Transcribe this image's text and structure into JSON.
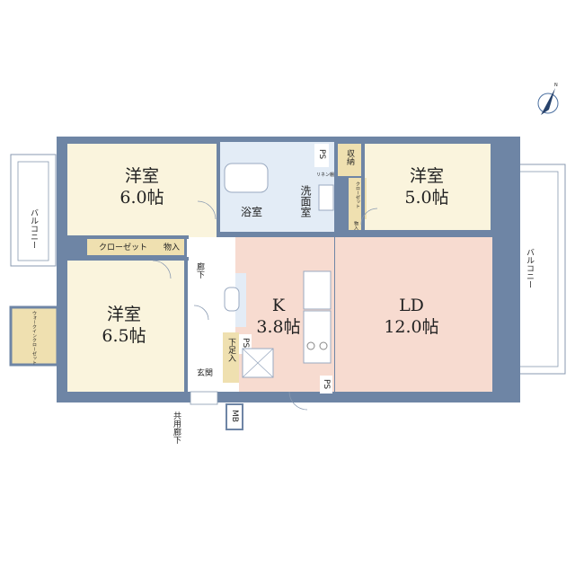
{
  "compass": {
    "label": "N"
  },
  "rooms": {
    "western1": {
      "name": "洋室",
      "size": "6.0帖"
    },
    "western2": {
      "name": "洋室",
      "size": "5.0帖"
    },
    "western3": {
      "name": "洋室",
      "size": "6.5帖"
    },
    "kitchen": {
      "name": "K",
      "size": "3.8帖"
    },
    "ld": {
      "name": "LD",
      "size": "12.0帖"
    }
  },
  "labels": {
    "bath": "浴室",
    "washroom": "洗面室",
    "storage": "収納",
    "closet_right": "クローゼット",
    "closet_top": "クローゼット",
    "monoire_top": "物入",
    "monoire_right": "物入",
    "walkin": "ウォークインクローゼット",
    "corridor": "廊下",
    "entrance": "玄関",
    "shoe_storage": "下足入",
    "ps1": "PS",
    "ps2": "PS",
    "ps3": "PS",
    "mb": "MB",
    "linen": "リネン棚",
    "common_corridor": "共用廊下",
    "balcony_left": "バルコニー",
    "balcony_right": "バルコニー"
  },
  "colors": {
    "wall": "#6e85a5",
    "western": "#faf4dd",
    "ld": "#f7dbd0",
    "wet": "#e3ecf6",
    "storage": "#efe0b0",
    "corridor": "#ffffff",
    "accent_text": "#222222"
  }
}
